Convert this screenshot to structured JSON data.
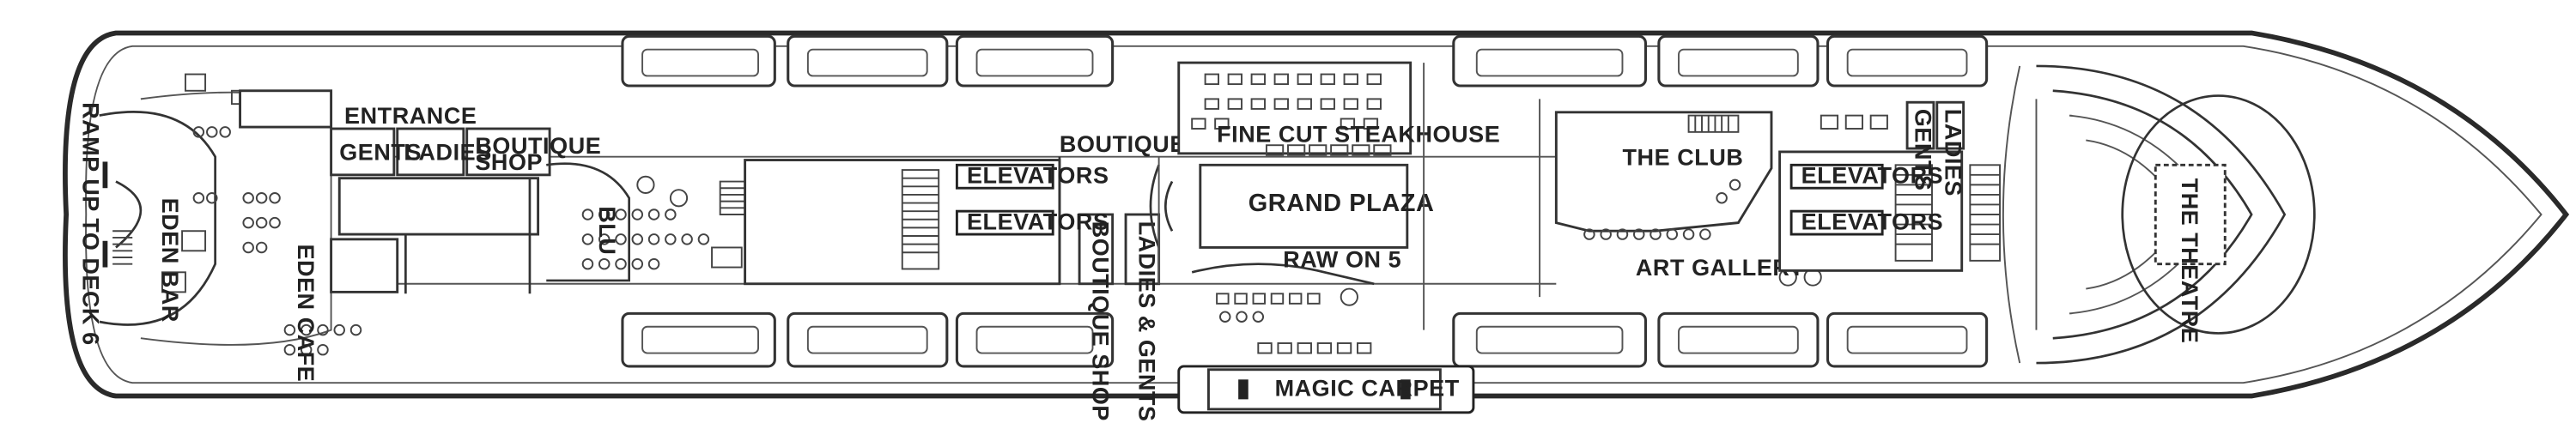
{
  "deck_plan": {
    "labels": {
      "ramp": "RAMP UP TO DECK 6",
      "eden_bar": "EDEN BAR",
      "eden_cafe": "EDEN CAFE",
      "entrance": "ENTRANCE",
      "gents": "GENTS",
      "ladies": "LADIES",
      "boutique_shop_left_1": "BOUTIQUE",
      "boutique_shop_left_2": "SHOP",
      "blu": "BLU",
      "boutique_shop_mid": "BOUTIQUE SHOP",
      "elevators_aft_1": "ELEVATORS",
      "elevators_aft_2": "ELEVATORS",
      "boutique_shop_vert": "BOUTIQUE SHOP",
      "ladies_gents_mid": "LADIES & GENTS",
      "fine_cut": "FINE CUT STEAKHOUSE",
      "grand_plaza": "GRAND PLAZA",
      "raw_on_5": "RAW ON 5",
      "magic_carpet": "MAGIC CARPET",
      "the_club": "THE CLUB",
      "art_gallery": "ART GALLERY",
      "elevators_fwd_1": "ELEVATORS",
      "elevators_fwd_2": "ELEVATORS",
      "gents_fwd": "GENTS",
      "ladies_fwd": "LADIES",
      "the_theatre": "THE THEATRE"
    }
  }
}
